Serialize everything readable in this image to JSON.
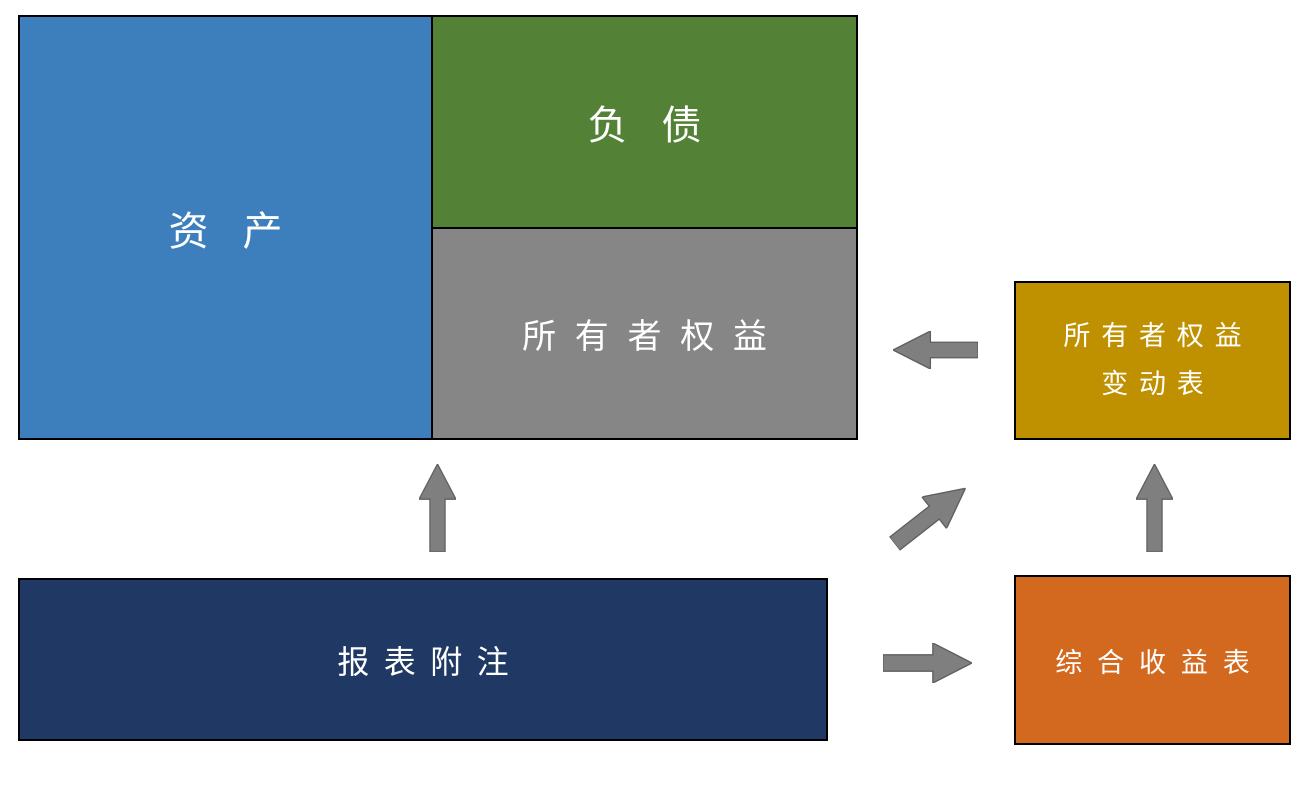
{
  "colors": {
    "assets": "#3d7ebd",
    "liabilities": "#538135",
    "owners_equity": "#868686",
    "equity_change": "#bf9000",
    "notes": "#1f3864",
    "comprehensive_income": "#d2691e",
    "arrow": "#7f7f7f",
    "text": "#ffffff"
  },
  "boxes": {
    "assets": {
      "label": "资产"
    },
    "liabilities": {
      "label": "负债"
    },
    "owners_equity": {
      "label": "所有者权益"
    },
    "equity_change": {
      "line1": "所有者权益",
      "line2": "变动表"
    },
    "notes": {
      "label": "报表附注"
    },
    "comprehensive_income": {
      "label": "综合收益表"
    }
  },
  "arrows": [
    {
      "name": "equity-change-to-owners-equity",
      "direction": "left"
    },
    {
      "name": "notes-to-balance-sheet",
      "direction": "up"
    },
    {
      "name": "notes-to-equity-change",
      "direction": "up-right"
    },
    {
      "name": "comprehensive-income-to-equity-change",
      "direction": "up"
    },
    {
      "name": "notes-to-comprehensive-income",
      "direction": "right"
    }
  ]
}
